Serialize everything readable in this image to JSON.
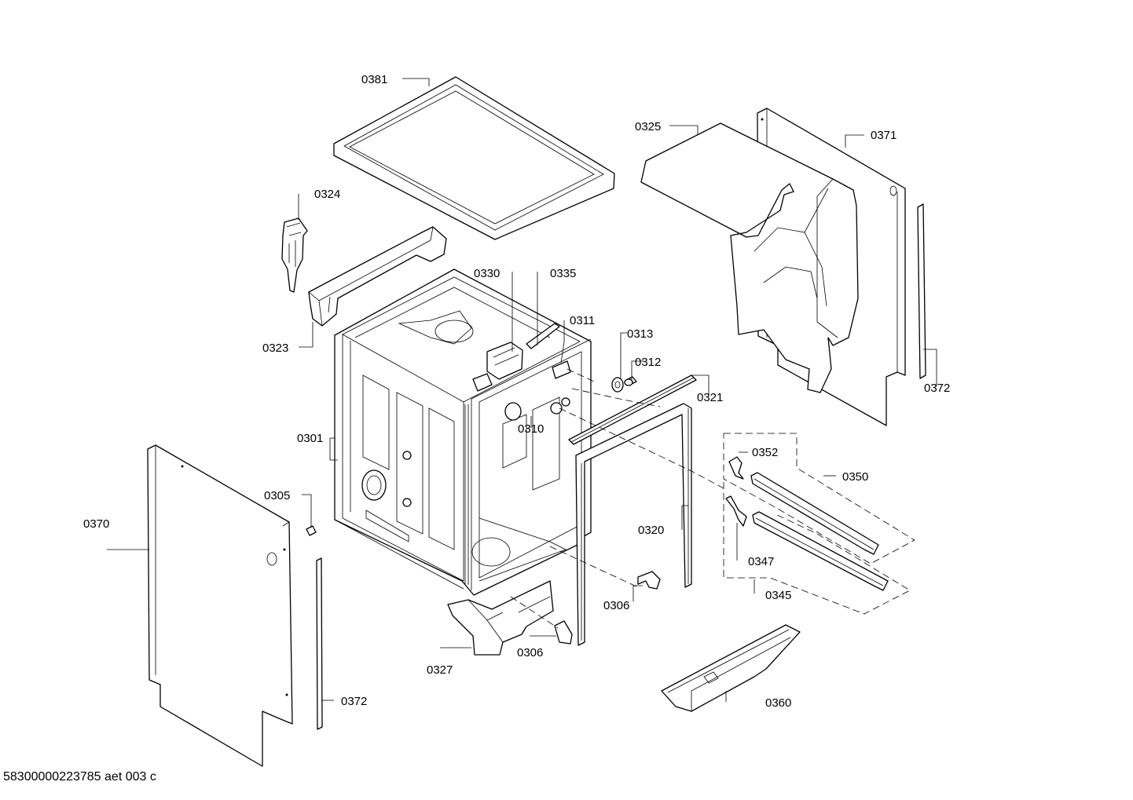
{
  "diagram": {
    "labels": {
      "p0381": "0381",
      "p0324": "0324",
      "p0323": "0323",
      "p0330": "0330",
      "p0335": "0335",
      "p0311": "0311",
      "p0313": "0313",
      "p0312": "0312",
      "p0321": "0321",
      "p0310": "0310",
      "p0301": "0301",
      "p0305": "0305",
      "p0370": "0370",
      "p0372a": "0372",
      "p0372b": "0372",
      "p0325": "0325",
      "p0371": "0371",
      "p0352": "0352",
      "p0350": "0350",
      "p0320": "0320",
      "p0347": "0347",
      "p0345": "0345",
      "p0306a": "0306",
      "p0306b": "0306",
      "p0327": "0327",
      "p0360": "0360"
    }
  },
  "footer": {
    "code": "58300000223785 aet 003 c"
  }
}
